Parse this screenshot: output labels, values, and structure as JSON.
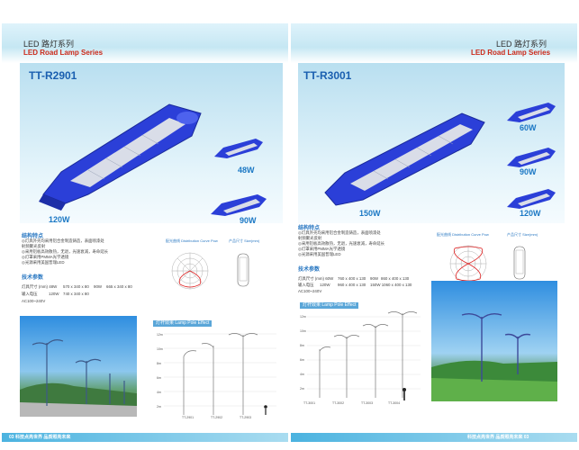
{
  "left": {
    "header": {
      "series_cn": "LED 路灯系列",
      "series_en": "LED Road Lamp Series"
    },
    "model": "TT-R2901",
    "watts": [
      "120W",
      "48W",
      "90W"
    ],
    "features_title": "结构特点",
    "features": [
      "◎灯具外壳均采用铝合金制造铸造，表面喷漆处",
      "射频聚光反射",
      "◎采用铝板高效散热，无退，光速衰减，寿命延长",
      "◎灯罩采用PMMA光学透镜",
      "◎光源采用美国普瑞LED"
    ],
    "dist_labels": [
      "配光曲线 Distribution Curve Pow",
      "产品尺寸 Size(mm)"
    ],
    "specs_title": "技术参数",
    "specs": [
      [
        "灯具尺寸 (mm) 48W",
        "570 x 340 x 80",
        "90W",
        "665 x 340 x 80"
      ],
      [
        "输入电压",
        "120W",
        "740 x 340 x 80",
        ""
      ],
      [
        "AC100~240V",
        "",
        "",
        ""
      ]
    ],
    "effect_title": "灯杆效果 Lamp Pole Effect",
    "pole_axis": [
      "12m",
      "10m",
      "8m",
      "6m",
      "4m",
      "2m"
    ],
    "pole_labels": [
      "TT-2901",
      "TT-2902",
      "TT-2903"
    ],
    "footer": "03 科技点亮世界  品质照亮未来"
  },
  "right": {
    "header": {
      "series_cn": "LED 路灯系列",
      "series_en": "LED Road Lamp Series"
    },
    "model": "TT-R3001",
    "watts": [
      "150W",
      "60W",
      "90W",
      "120W"
    ],
    "features_title": "结构特点",
    "features": [
      "◎灯具外壳均采用铝合金制造铸造，表面喷漆处",
      "射频聚光反射",
      "◎采用铝板高效散热，无退，光速衰减，寿命延长",
      "◎灯罩采用PMMA光学透镜",
      "◎光源采用美国普瑞LED"
    ],
    "dist_labels": [
      "配光曲线 Distribution Curve Pow",
      "产品尺寸 Size(mm)"
    ],
    "specs_title": "技术参数",
    "specs": [
      [
        "灯具尺寸 (mm) 60W",
        "760 x 400 x 130",
        "90W",
        "860 x 400 x 130"
      ],
      [
        "输入电压",
        "120W",
        "960 x 400 x 130",
        "150W 1060 x 400 x 130"
      ],
      [
        "AC100~240V",
        "",
        "",
        ""
      ]
    ],
    "effect_title": "灯杆效果 Lamp Pole Effect",
    "pole_axis": [
      "12m",
      "10m",
      "8m",
      "6m",
      "4m",
      "2m"
    ],
    "pole_labels": [
      "TT-3001",
      "TT-3002",
      "TT-3003",
      "TT-3004"
    ],
    "footer": "科技点亮世界  品质照亮未来 03"
  },
  "colors": {
    "accent_blue": "#1a5fb0",
    "red": "#cc2a1a",
    "band": "#c5e7f3",
    "lamp_blue": "#2a3fd0"
  }
}
